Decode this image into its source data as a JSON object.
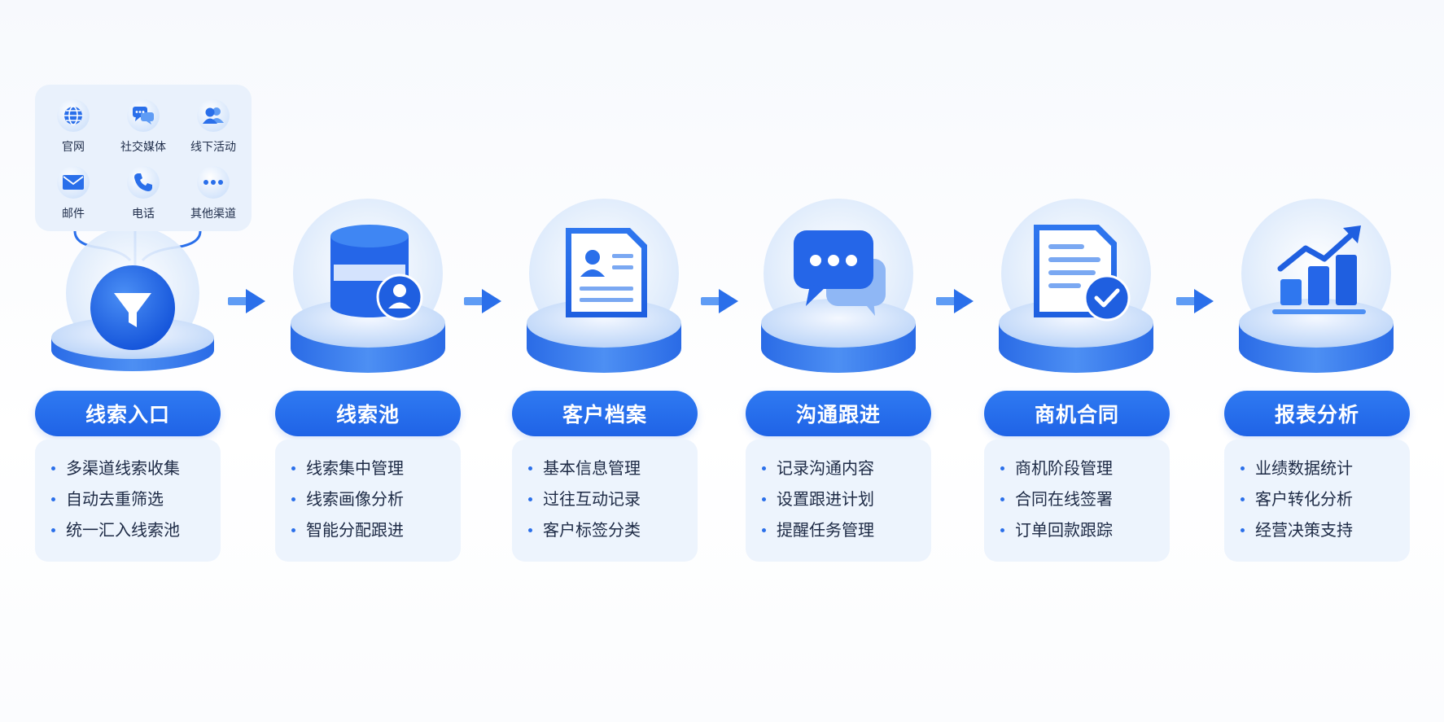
{
  "colors": {
    "accent": "#2168ea",
    "accent_light": "#e9f1fc",
    "text": "#1d2a45"
  },
  "channels": [
    {
      "label": "官网",
      "icon": "globe-icon"
    },
    {
      "label": "社交媒体",
      "icon": "chat-bubbles-icon"
    },
    {
      "label": "线下活动",
      "icon": "people-icon"
    },
    {
      "label": "邮件",
      "icon": "mail-icon"
    },
    {
      "label": "电话",
      "icon": "phone-icon"
    },
    {
      "label": "其他渠道",
      "icon": "more-dots-icon"
    }
  ],
  "steps": [
    {
      "title": "线索入口",
      "icon": "funnel-icon",
      "points": [
        "多渠道线索收集",
        "自动去重筛选",
        "统一汇入线索池"
      ]
    },
    {
      "title": "线索池",
      "icon": "database-user-icon",
      "points": [
        "线索集中管理",
        "线索画像分析",
        "智能分配跟进"
      ]
    },
    {
      "title": "客户档案",
      "icon": "profile-document-icon",
      "points": [
        "基本信息管理",
        "过往互动记录",
        "客户标签分类"
      ]
    },
    {
      "title": "沟通跟进",
      "icon": "chat-icon",
      "points": [
        "记录沟通内容",
        "设置跟进计划",
        "提醒任务管理"
      ]
    },
    {
      "title": "商机合同",
      "icon": "contract-check-icon",
      "points": [
        "商机阶段管理",
        "合同在线签署",
        "订单回款跟踪"
      ]
    },
    {
      "title": "报表分析",
      "icon": "growth-chart-icon",
      "points": [
        "业绩数据统计",
        "客户转化分析",
        "经营决策支持"
      ]
    }
  ]
}
